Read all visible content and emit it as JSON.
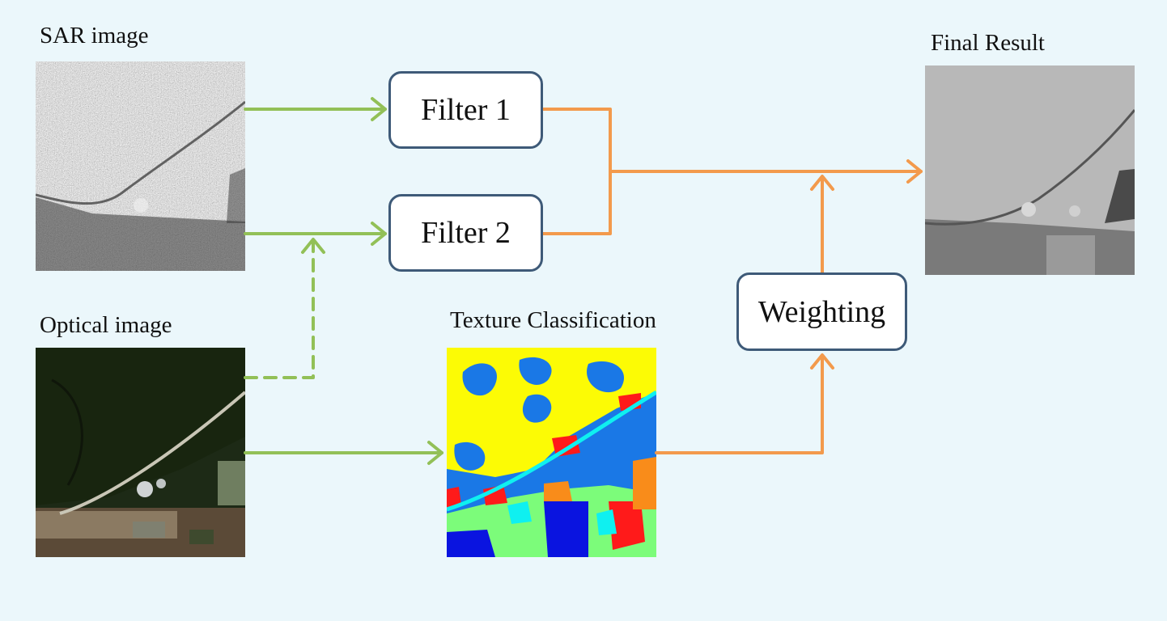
{
  "labels": {
    "sar": "SAR image",
    "optical": "Optical image",
    "texture": "Texture Classification",
    "final": "Final Result"
  },
  "boxes": {
    "filter1": "Filter 1",
    "filter2": "Filter 2",
    "weighting": "Weighting"
  },
  "colors": {
    "background": "#ebf7fb",
    "green_arrow": "#92c057",
    "orange_arrow": "#f39a4c",
    "box_border": "#3e5a78"
  }
}
